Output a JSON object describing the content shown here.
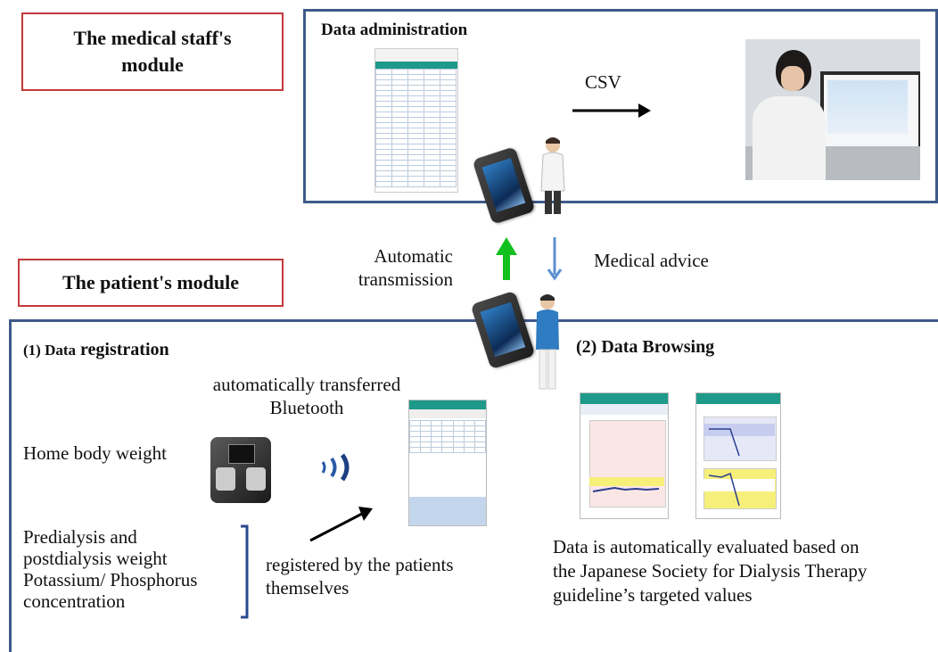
{
  "staff_module": {
    "title": "The medical staff's module",
    "data_admin_label": "Data administration",
    "csv_label": "CSV"
  },
  "transfer": {
    "automatic_label": "Automatic transmission",
    "medical_advice_label": "Medical advice"
  },
  "patient_module": {
    "title": "The patient's module",
    "registration": {
      "heading_prefix": "(1) Data",
      "heading_word": "registration",
      "auto_transfer_label": "automatically transferred Bluetooth",
      "home_weight_label": "Home body weight",
      "manual_items": [
        "Predialysis and",
        "postdialysis weight",
        "Potassium/ Phosphorus",
        "concentration"
      ],
      "registered_label": "registered by the patients themselves"
    },
    "browsing": {
      "heading": "(2) Data Browsing",
      "evaluation_text": [
        "Data is automatically evaluated based on",
        "the Japanese Society for Dialysis Therapy",
        "guideline’s targeted values"
      ]
    }
  },
  "colors": {
    "red_border": "#c33a3a",
    "blue_border": "#3f5a8a",
    "green_arrow": "#12c01e",
    "blue_arrow": "#5b8fd0"
  },
  "icons": [
    "smartphone-icon",
    "doctor-icon",
    "patient-icon",
    "body-scale-icon",
    "bluetooth-signal-icon",
    "computer-user-photo"
  ]
}
